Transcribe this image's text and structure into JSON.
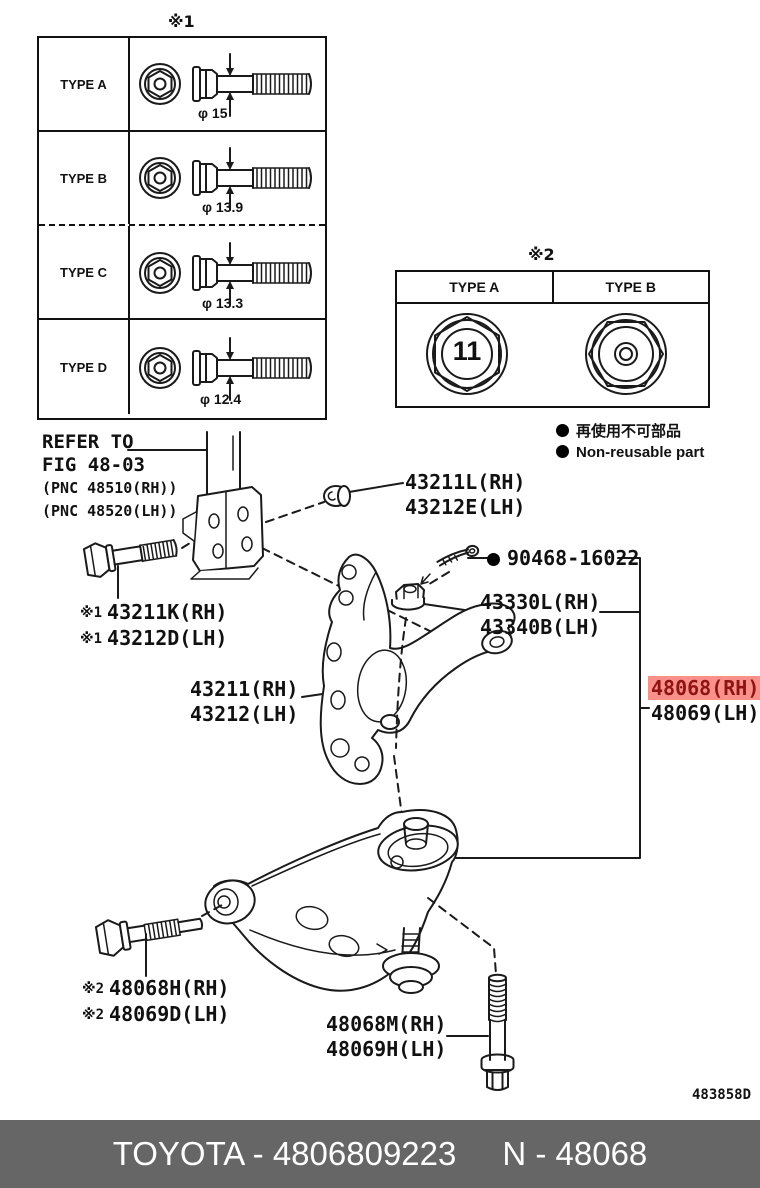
{
  "bolt_table": {
    "ref_mark": "※1",
    "rows": [
      {
        "type": "TYPE A",
        "diameter": "φ 15"
      },
      {
        "type": "TYPE B",
        "diameter": "φ 13.9"
      },
      {
        "type": "TYPE C",
        "diameter": "φ 13.3"
      },
      {
        "type": "TYPE D",
        "diameter": "φ 12.4"
      }
    ]
  },
  "nut_table": {
    "ref_mark": "※2",
    "columns": [
      {
        "type": "TYPE A",
        "marking": "11"
      },
      {
        "type": "TYPE B",
        "marking": ""
      }
    ]
  },
  "legend": {
    "japanese": "再使用不可部品",
    "english": "Non-reusable part"
  },
  "callouts": {
    "refer": {
      "line1": "REFER TO",
      "line2": "FIG 48-03",
      "pnc_rh": "(PNC 48510(RH))",
      "pnc_lh": "(PNC 48520(LH))"
    },
    "strut_nut": {
      "rh": "43211L(RH)",
      "lh": "43212E(LH)"
    },
    "cotter_pin": {
      "number": "90468-16022"
    },
    "knuckle_nut": {
      "rh": "43330L(RH)",
      "lh": "43340B(LH)"
    },
    "strut_bolt": {
      "ref": "※1",
      "rh": "43211K(RH)",
      "lh": "43212D(LH)"
    },
    "knuckle": {
      "rh": "43211(RH)",
      "lh": "43212(LH)"
    },
    "lower_arm": {
      "rh": "48068(RH)",
      "lh": "48069(LH)"
    },
    "arm_bolt_front": {
      "ref": "※2",
      "rh": "48068H(RH)",
      "lh": "48069D(LH)"
    },
    "arm_bolt_rear": {
      "rh": "48068M(RH)",
      "lh": "48069H(LH)"
    }
  },
  "doc_code": "483858D",
  "footer": {
    "brand_part": "TOYOTA - 4806809223",
    "catalog_ref": "N - 48068"
  },
  "colors": {
    "highlight_bg": "#F9908A",
    "highlight_text": "#8E1414",
    "footer_bg": "#666666",
    "line": "#1A1A1A"
  }
}
